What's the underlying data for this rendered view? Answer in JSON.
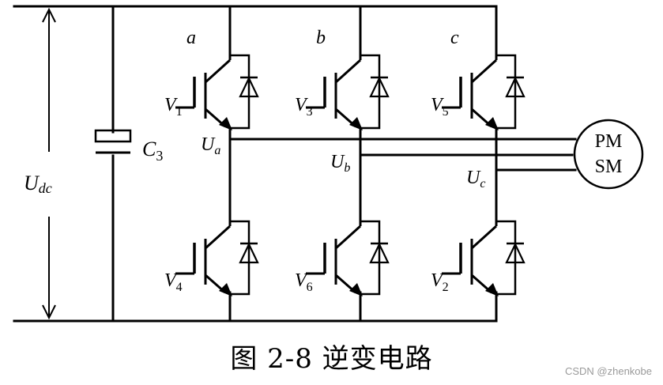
{
  "diagram": {
    "dc_voltage": "U",
    "dc_voltage_sub": "dc",
    "capacitor": "C",
    "capacitor_sub": "3",
    "legs": [
      {
        "letter": "a",
        "upper": "V",
        "upper_sub": "1",
        "lower": "V",
        "lower_sub": "4",
        "phase": "U",
        "phase_sub": "a"
      },
      {
        "letter": "b",
        "upper": "V",
        "upper_sub": "3",
        "lower": "V",
        "lower_sub": "6",
        "phase": "U",
        "phase_sub": "b"
      },
      {
        "letter": "c",
        "upper": "V",
        "upper_sub": "5",
        "lower": "V",
        "lower_sub": "2",
        "phase": "U",
        "phase_sub": "c"
      }
    ],
    "motor_line1": "PM",
    "motor_line2": "SM"
  },
  "caption": "图 2-8  逆变电路",
  "watermark": "CSDN @zhenkobe"
}
